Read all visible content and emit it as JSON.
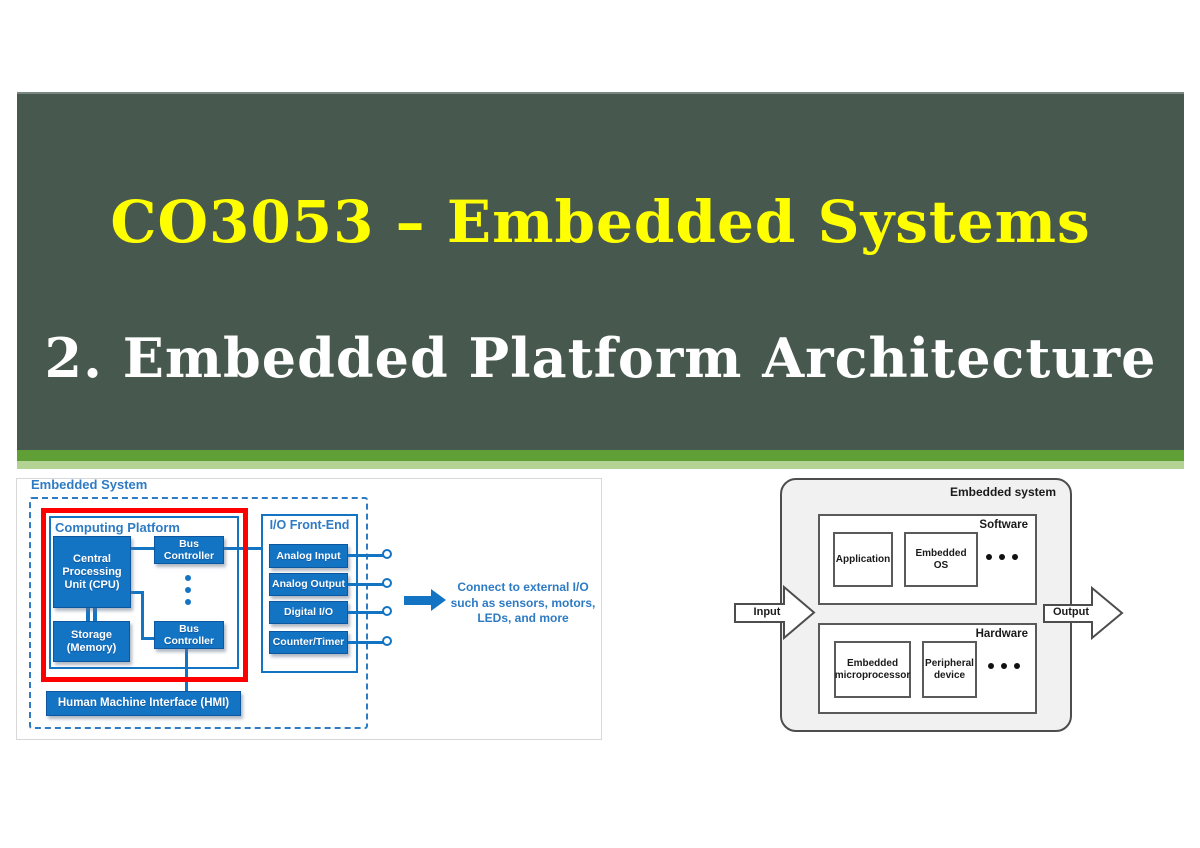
{
  "slide": {
    "title": "CO3053 – Embedded Systems",
    "subtitle": "2. Embedded Platform Architecture"
  },
  "left_diagram": {
    "outer_label": "Embedded System",
    "computing_platform": {
      "label": "Computing Platform",
      "cpu": "Central Processing Unit (CPU)",
      "bus_controller_top": "Bus Controller",
      "bus_controller_bottom": "Bus Controller",
      "storage": "Storage (Memory)"
    },
    "io_front_end": {
      "label": "I/O Front-End",
      "modules": [
        "Analog Input",
        "Analog Output",
        "Digital I/O",
        "Counter/Timer"
      ]
    },
    "hmi": "Human Machine Interface (HMI)",
    "annotation": [
      "Connect to external I/O",
      "such as sensors, motors,",
      "LEDs, and more"
    ]
  },
  "right_diagram": {
    "label": "Embedded system",
    "software": {
      "label": "Software",
      "boxes": [
        "Application",
        "Embedded OS"
      ]
    },
    "hardware": {
      "label": "Hardware",
      "boxes": [
        "Embedded microprocessor",
        "Peripheral device"
      ]
    },
    "input_label": "Input",
    "output_label": "Output"
  },
  "colors": {
    "banner_green": "#47594f",
    "accent_green": "#5f9f36",
    "accent_light_green": "#b3d394",
    "title_yellow": "#ffff00",
    "subtitle_white": "#ffffff",
    "diagram_blue": "#1474c4",
    "diagram_label_blue": "#2e7bc4",
    "highlight_red": "#fe0000",
    "panel_gray": "#f1f1f1"
  }
}
